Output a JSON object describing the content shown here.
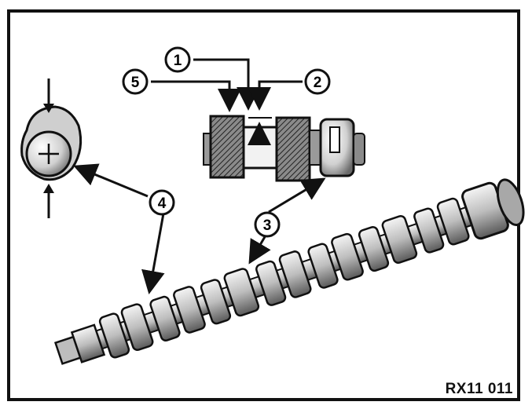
{
  "figure": {
    "code": "RX11 011",
    "callouts": [
      {
        "number": "1",
        "meaning": ""
      },
      {
        "number": "2",
        "meaning": ""
      },
      {
        "number": "3",
        "meaning": ""
      },
      {
        "number": "4",
        "meaning": ""
      },
      {
        "number": "5",
        "meaning": ""
      }
    ],
    "colors": {
      "ink": "#111111",
      "shade": "#6e6e6e",
      "light": "#d9d9d9",
      "paper": "#ffffff"
    },
    "icons": [
      "plus-icon",
      "arrow-down-icon",
      "arrow-up-icon"
    ]
  }
}
